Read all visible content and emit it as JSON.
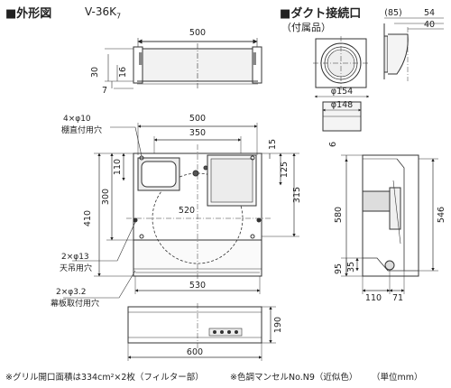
{
  "header": {
    "title": "■外形図",
    "model_code": "V-36K",
    "model_sub": "7"
  },
  "duct": {
    "title": "■ダクト接続口",
    "subtitle": "（付属品）",
    "dims": {
      "d85": "(85)",
      "d54": "54",
      "d40": "40",
      "phi154": "φ154",
      "phi148": "φ148"
    }
  },
  "top_view": {
    "dims": {
      "width": "500",
      "h30": "30",
      "h16": "16",
      "h7": "7"
    }
  },
  "front_view": {
    "labels": {
      "ceiling_holes": "4×φ10",
      "ceiling_holes_desc": "棚直付用穴",
      "hang_holes": "2×φ13",
      "hang_holes_desc": "天吊用穴",
      "panel_holes": "2×φ3.2",
      "panel_holes_desc": "幕板取付用穴"
    },
    "dims": {
      "w500": "500",
      "w350": "350",
      "h110": "110",
      "h300": "300",
      "h410": "410",
      "h15": "15",
      "h125": "125",
      "h315": "315",
      "d520": "520",
      "w530": "530"
    }
  },
  "side_view": {
    "dims": {
      "d6": "6",
      "d580": "580",
      "d546": "546",
      "d95": "95",
      "d35": "35",
      "d110": "110",
      "d71": "71"
    }
  },
  "bottom_view": {
    "dims": {
      "h190": "190",
      "w600": "600"
    }
  },
  "footer": {
    "note_grille": "※グリル開口面積は334cm²×2枚（フィルター部）",
    "note_color": "※色調マンセルNo.N9（近似色）",
    "unit": "（単位mm）"
  }
}
